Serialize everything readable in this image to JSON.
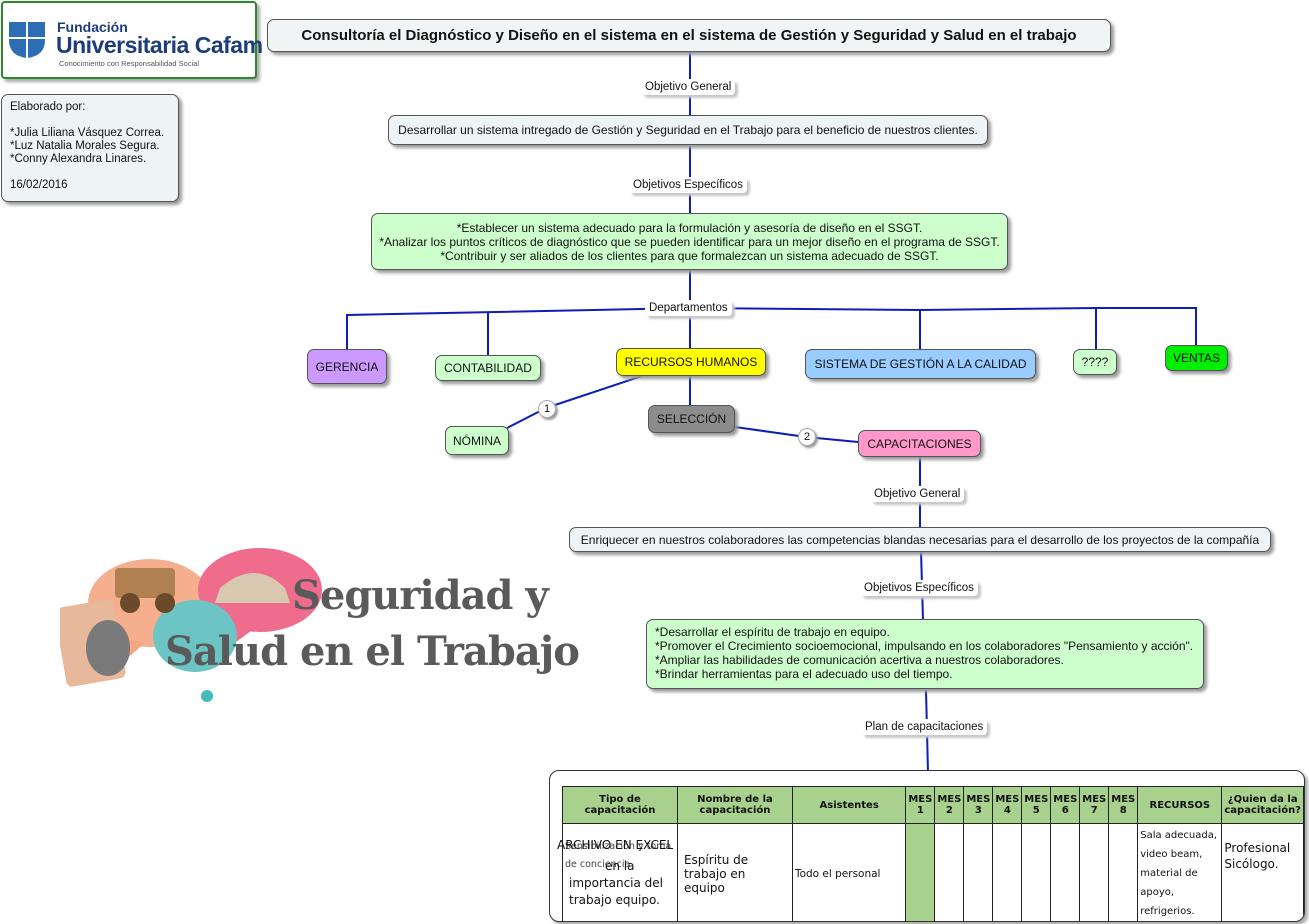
{
  "logo": {
    "line1": "Fundación",
    "line2": "Universitaria Cafam",
    "tagline": "Conocimiento con Responsabilidad Social"
  },
  "authors": {
    "heading": "Elaborado por:",
    "names": [
      "*Julia Liliana Vásquez Correa.",
      "*Luz Natalia Morales Segura.",
      "*Conny Alexandra Linares."
    ],
    "date": "16/02/2016"
  },
  "title": "Consultoría el Diagnóstico y Diseño en el sistema en el sistema de Gestión y Seguridad y Salud en el trabajo",
  "labels": {
    "objetivo_general": "Objetivo General",
    "objetivos_especificos": "Objetivos Específicos",
    "departamentos": "Departamentos",
    "objetivo_general_2": "Objetivo General",
    "objetivos_especificos_2": "Objetivos Específicos",
    "plan": "Plan de capacitaciones"
  },
  "general_objective": "Desarrollar un sistema intregado de Gestión y Seguridad en el Trabajo para el beneficio de nuestros clientes.",
  "specific_objectives": [
    "*Establecer un sistema adecuado para la formulación y asesoría de diseño en el SSGT.",
    "*Analizar los puntos críticos de diagnóstico que se pueden identificar para un mejor diseño en el programa de SSGT.",
    "*Contribuir y ser aliados de los clientes para que formalezcan un sistema adecuado de SSGT."
  ],
  "departments": {
    "gerencia": "GERENCIA",
    "contabilidad": "CONTABILIDAD",
    "recursos_humanos": "RECURSOS HUMANOS",
    "sistema_gestion": "SISTEMA DE GESTIÓN A LA CALIDAD",
    "unknown": "????",
    "ventas": "VENTAS"
  },
  "hr": {
    "nomina": "NÓMINA",
    "seleccion": "SELECCIÓN",
    "capacitaciones": "CAPACITACIONES",
    "badge1": "1",
    "badge2": "2"
  },
  "training_general_objective": "Enriquecer en nuestros colaboradores  las competencias blandas necesarias para el desarrollo  de los proyectos de la compañía",
  "training_specific_objectives": [
    "*Desarrollar el espíritu de trabajo en equipo.",
    "*Promover el Crecimiento socioemocional, impulsando  en los colaboradores \"Pensamiento y acción\".",
    "*Ampliar las habilidades de comunicación acertiva a nuestros colaboradores.",
    "*Brindar herramientas para el adecuado uso del tiempo."
  ],
  "sst_image": {
    "line1": "Seguridad y",
    "line2": "Salud en el Trabajo"
  },
  "plan_table": {
    "headers": [
      "Tipo de capacitación",
      "Nombre de la capacitación",
      "Asistentes",
      "MES 1",
      "MES 2",
      "MES 3",
      "MES 4",
      "MES 5",
      "MES 6",
      "MES 7",
      "MES 8",
      "RECURSOS",
      "¿Quien da la capacitación?"
    ],
    "row": {
      "tipo_overlay": "ARCHIVO EN EXCEL",
      "tipo_under": "Sensibilización y toma de conciencia",
      "tipo_rest": "en la importancia del trabajo equipo.",
      "nombre": "Espíritu de trabajo en equipo",
      "asistentes": "Todo el personal",
      "recursos": "Sala adecuada, video beam, material de apoyo, refrigerios.",
      "quien": "Profesional Sicólogo."
    }
  },
  "colors": {
    "line": "#0b1fb5",
    "gerencia": "#cc99ff",
    "recursos_humanos": "#ffff00",
    "sistema_gestion": "#99ccff",
    "ventas": "#00ee00",
    "seleccion": "#8c8c8c",
    "capacitaciones": "#ff99cc",
    "green_box": "#ccffcc",
    "table_header": "#a9d18e"
  }
}
